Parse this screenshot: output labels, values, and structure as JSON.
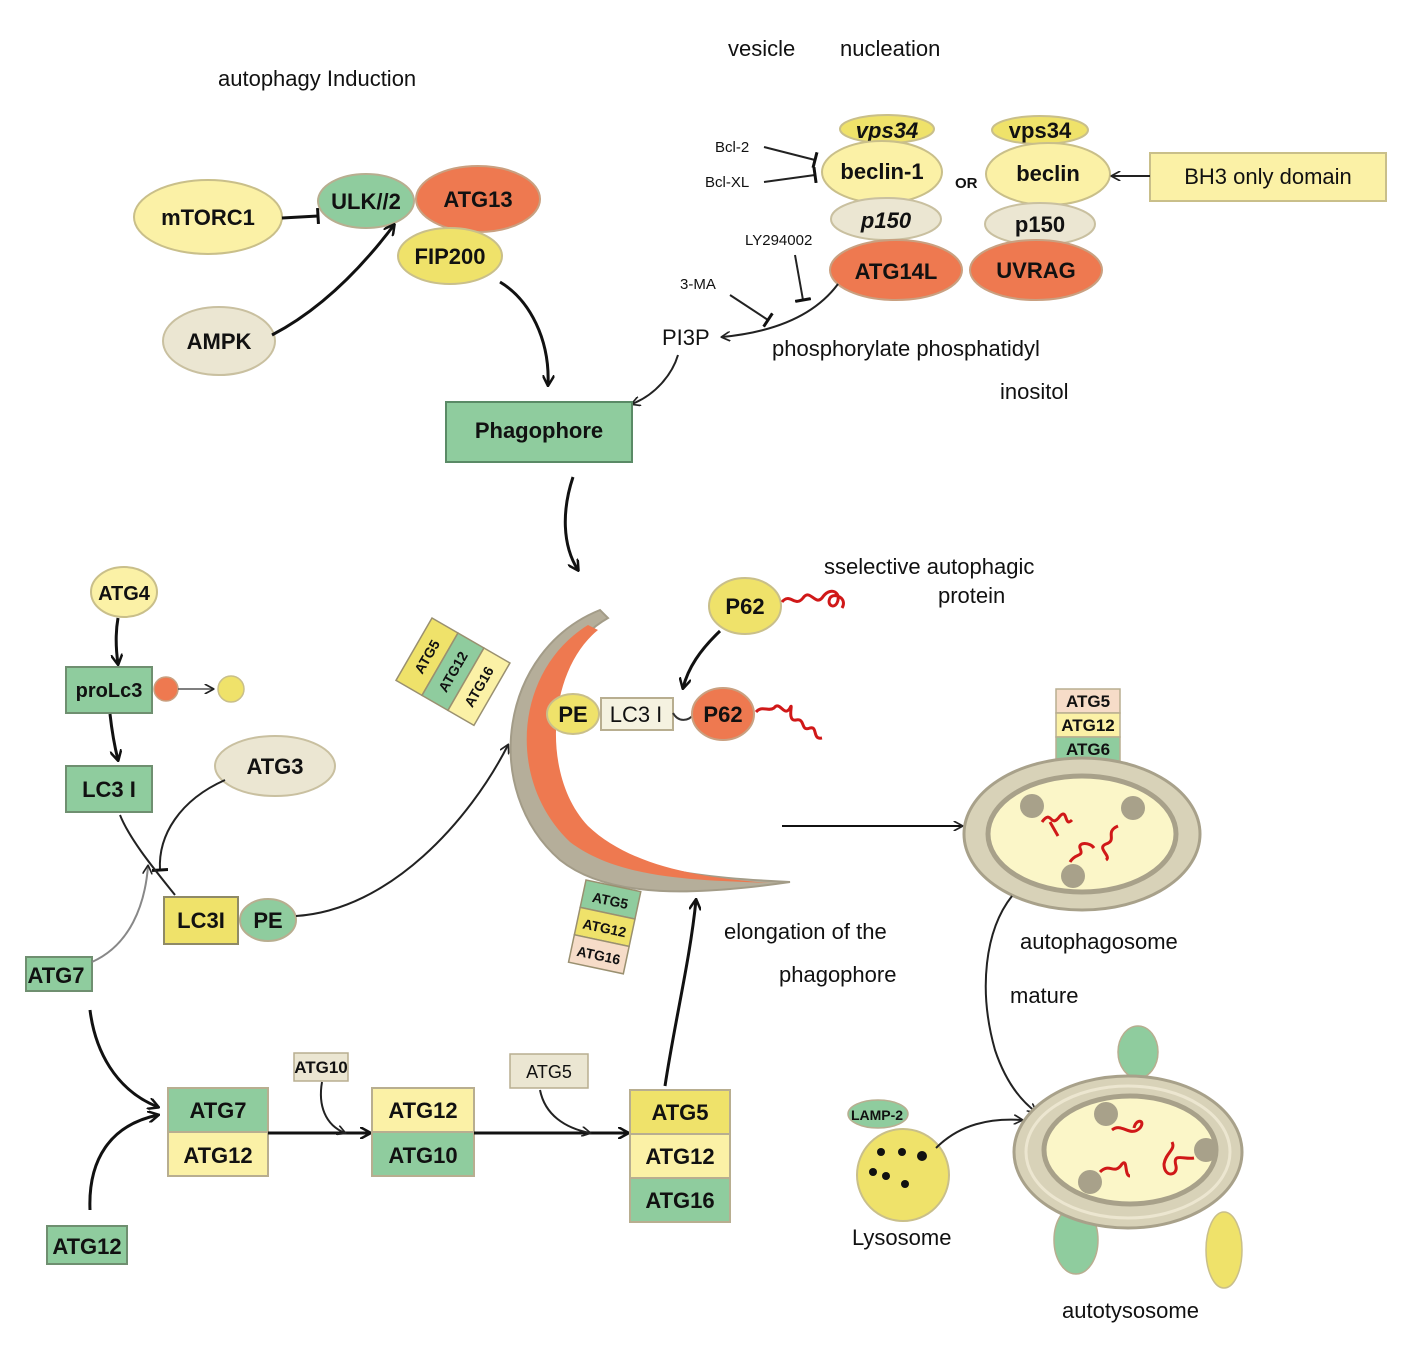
{
  "title_labels": {
    "induction": "autophagy Induction",
    "vesicle": "vesicle",
    "nucleation": "nucleation",
    "phosphorylate": "phosphorylate phosphatidyl",
    "inositol": "inositol",
    "selective_1": "sselective autophagic",
    "selective_2": "protein",
    "elongation_1": "elongation of the",
    "elongation_2": "phagophore",
    "autophagosome": "autophagosome",
    "mature": "mature",
    "lysosome": "Lysosome",
    "autolysosome": "autotysosome"
  },
  "induction": {
    "mtorc1": "mTORC1",
    "ampk": "AMPK",
    "ulk": "ULK//2",
    "atg13": "ATG13",
    "fip200": "FIP200"
  },
  "nucleation": {
    "bcl2": "Bcl-2",
    "bclxl": "Bcl-XL",
    "ly294002": "LY294002",
    "ma3": "3-MA",
    "pi3p": "PI3P",
    "or": "OR",
    "complex1": [
      "vps34",
      "beclin-1",
      "p150",
      "ATG14L"
    ],
    "complex2": [
      "vps34",
      "beclin",
      "p150",
      "UVRAG"
    ],
    "bh3": "BH3 only domain"
  },
  "phagophore": "Phagophore",
  "lc3_pathway": {
    "atg4": "ATG4",
    "prolc3": "proLc3",
    "lc3i": "LC3 I",
    "atg3": "ATG3",
    "lc3i_box": "LC3I",
    "pe": "PE",
    "atg7": "ATG7"
  },
  "membrane": {
    "top_complex": [
      "ATG5",
      "ATG12",
      "ATG16"
    ],
    "bottom_complex": [
      "ATG5",
      "ATG12",
      "ATG16"
    ],
    "pe": "PE",
    "lc3": "LC3 I",
    "p62_free": "P62",
    "p62_bound": "P62"
  },
  "conjugation": {
    "atg12_free": "ATG12",
    "box1": [
      "ATG7",
      "ATG12"
    ],
    "atg10": "ATG10",
    "box2": [
      "ATG12",
      "ATG10"
    ],
    "atg5": "ATG5",
    "box3": [
      "ATG5",
      "ATG12",
      "ATG16"
    ]
  },
  "autophagosome_complex": [
    "ATG5",
    "ATG12",
    "ATG6"
  ],
  "lamp2": "LAMP-2",
  "colors": {
    "green": "#8fcc9e",
    "yellow_light": "#fbf1a6",
    "yellow": "#efe26a",
    "orange": "#ee7950",
    "beige": "#ebe6d2",
    "grey_membrane": "#b5ae9a",
    "peach": "#f6dcc8"
  }
}
